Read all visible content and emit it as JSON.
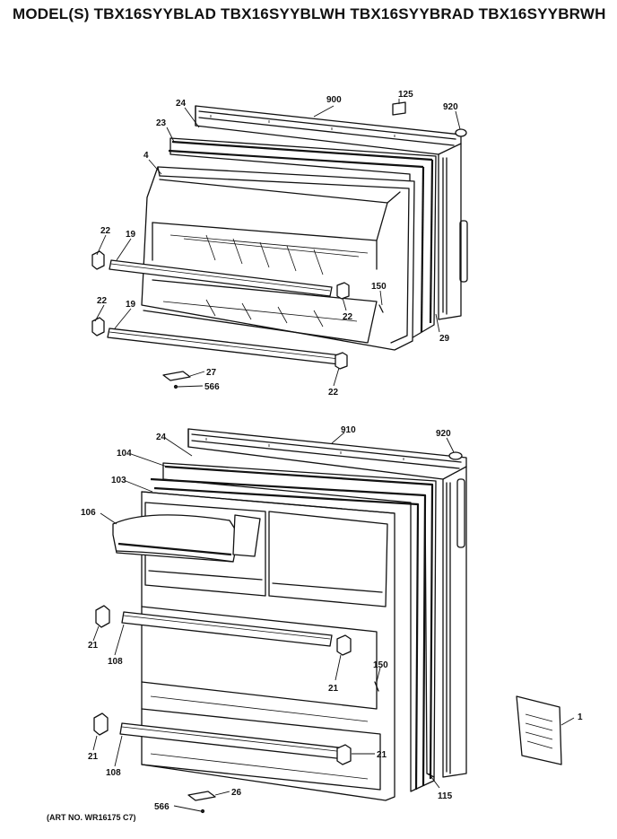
{
  "title": "MODEL(S) TBX16SYYBLAD  TBX16SYYBLWH  TBX16SYYBRAD  TBX16SYYBRWH",
  "art_no": "(ART NO. WR16175 C7)",
  "upper_door_callouts": {
    "c900": "900",
    "c125": "125",
    "c920a": "920",
    "c24a": "24",
    "c23": "23",
    "c4": "4",
    "c22a": "22",
    "c19a": "19",
    "c22b": "22",
    "c19b": "19",
    "c150a": "150",
    "c22c": "22",
    "c29": "29",
    "c27": "27",
    "c566a": "566",
    "c22d": "22"
  },
  "lower_door_callouts": {
    "c910": "910",
    "c920b": "920",
    "c24b": "24",
    "c104": "104",
    "c103": "103",
    "c106": "106",
    "c21a": "21",
    "c108a": "108",
    "c150b": "150",
    "c21b": "21",
    "c21c": "21",
    "c21d": "21",
    "c108b": "108",
    "c115": "115",
    "c26": "26",
    "c566b": "566",
    "c1": "1"
  }
}
